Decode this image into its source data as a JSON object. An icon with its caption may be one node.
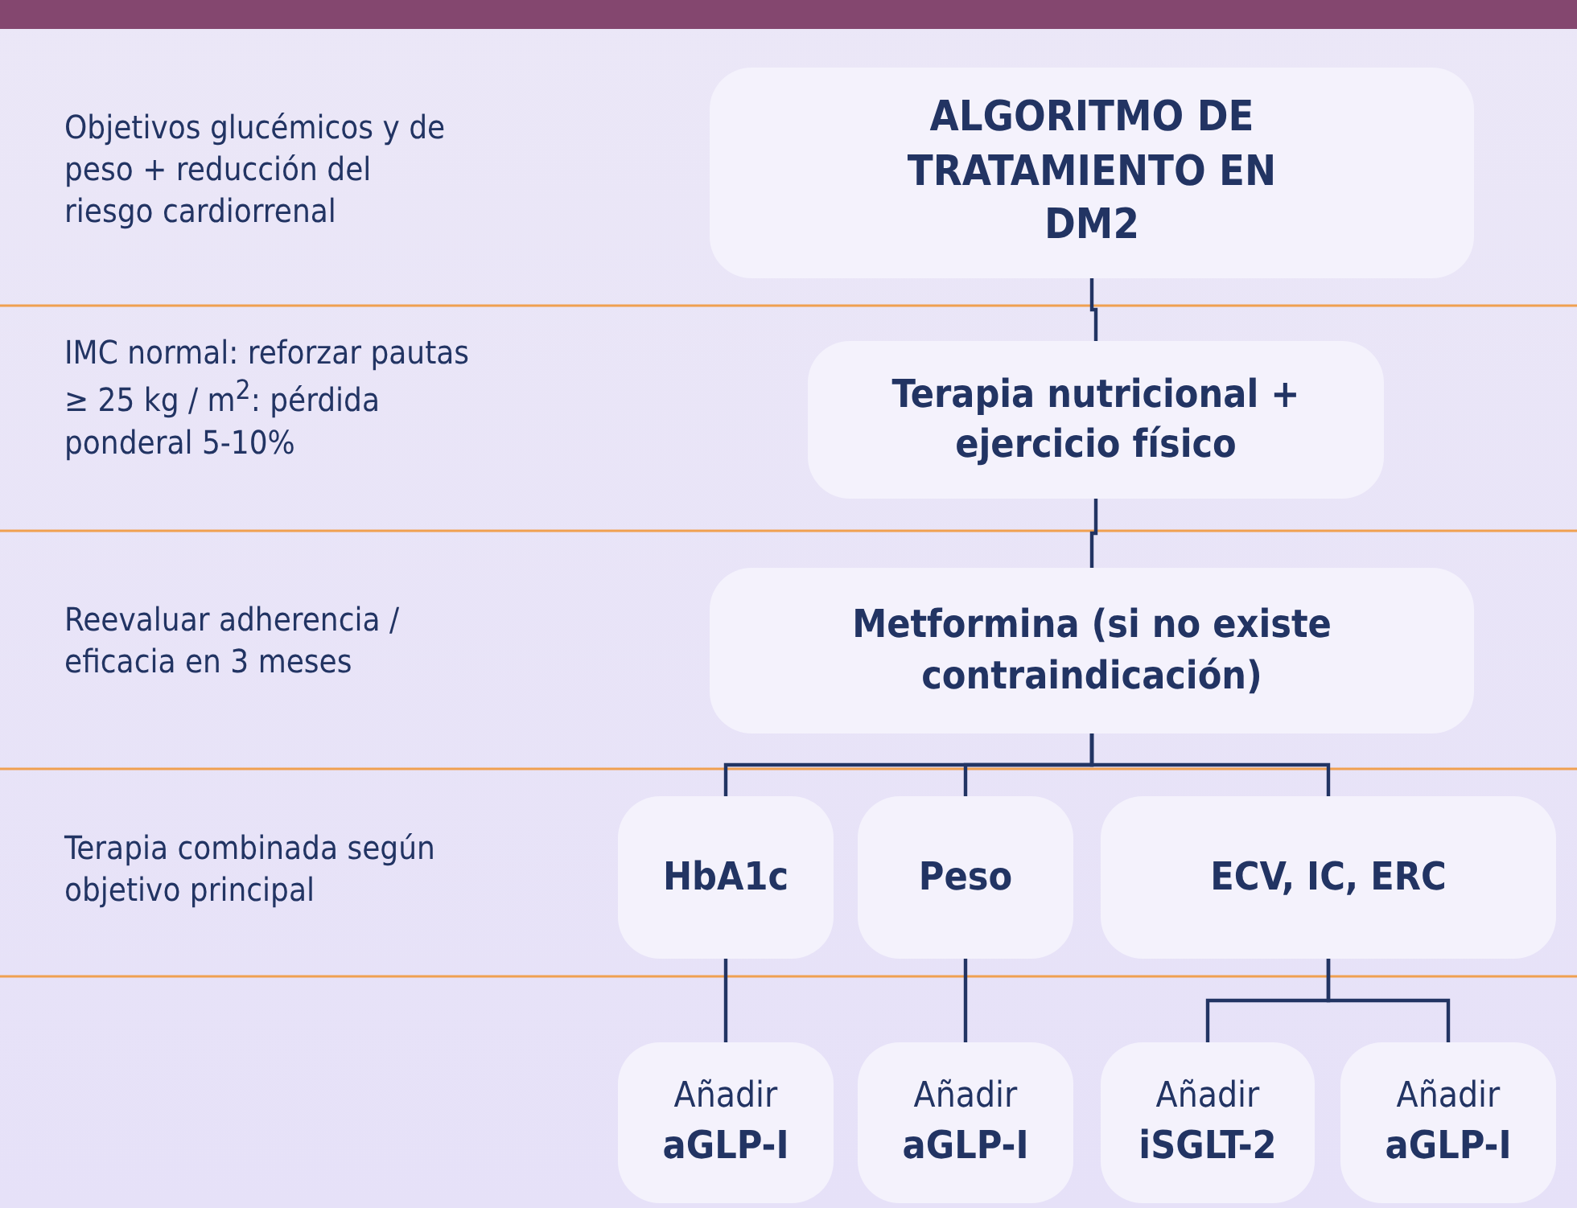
{
  "diagram": {
    "nodes": [
      {
        "text": [
          "ALGORITMO DE TRATAMIENTO EN DM2"
        ]
      },
      {
        "text": [
          "Terapia nutricional + ejercicio físico"
        ]
      },
      {
        "text": [
          "Metformina (si no existe contraindicación)"
        ]
      },
      {
        "text": [
          "HbA1c"
        ]
      },
      {
        "text": [
          "Peso"
        ]
      },
      {
        "text": [
          "ECV, IC, ERC"
        ]
      },
      {
        "text": [
          "Añadir",
          "aGLP-I"
        ]
      },
      {
        "text": [
          "Añadir",
          "aGLP-I"
        ]
      },
      {
        "text": [
          "Añadir",
          "iSGLT-2"
        ]
      },
      {
        "text": [
          "Añadir",
          "aGLP-I"
        ]
      }
    ],
    "edges": [
      {
        "from": 0,
        "to": 1,
        "arrow": "none"
      },
      {
        "from": 1,
        "to": 2,
        "arrow": "none"
      },
      {
        "from": 2,
        "to": 3,
        "arrow": "none"
      },
      {
        "from": 2,
        "to": 4,
        "arrow": "none"
      },
      {
        "from": 2,
        "to": 5,
        "arrow": "none"
      },
      {
        "from": 3,
        "to": 6,
        "arrow": "none"
      },
      {
        "from": 4,
        "to": 7,
        "arrow": "none"
      },
      {
        "from": 5,
        "to": 8,
        "arrow": "none"
      },
      {
        "from": 5,
        "to": 9,
        "arrow": "none"
      }
    ],
    "labels": [
      "Objetivos glucémicos y de peso + reducción del riesgo cardiorrenal",
      "IMC normal: reforzar pautas ≥ 25 kg / m$^{2}$: pérdida ponderal 5-10%",
      "Reevaluar adherencia / eficacia en 3 meses",
      "Terapia combinada según objetivo principal"
    ]
  }
}
